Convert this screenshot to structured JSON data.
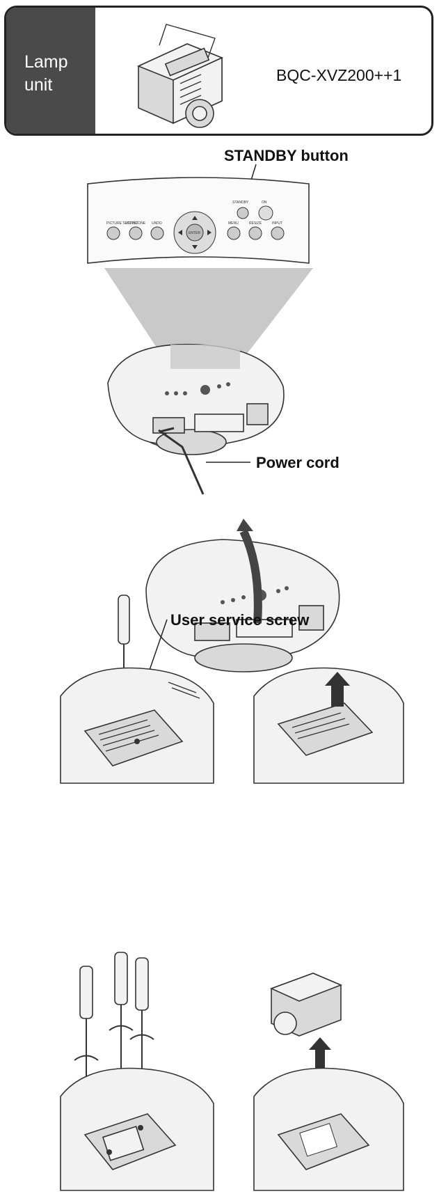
{
  "lamp_unit": {
    "heading": "Lamp\nunit",
    "model": "BQC-XVZ200++1"
  },
  "labels": {
    "standby_button": "STANDBY button",
    "power_cord": "Power cord",
    "user_service_screw": "User service screw"
  },
  "panel_buttons": [
    "PICTURE SETTING",
    "KEYSTONE",
    "UNDO",
    "MENU",
    "RESIZE",
    "INPUT"
  ],
  "panel_small_labels": {
    "standby": "STANDBY",
    "on": "ON",
    "enter": "ENTER"
  }
}
